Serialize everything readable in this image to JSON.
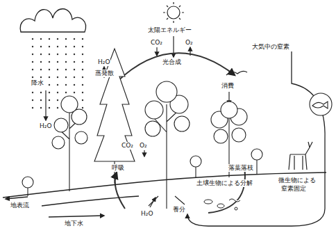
{
  "diagram": {
    "labels": [
      "降水",
      "H₂O",
      "蒸発散",
      "太陽エネルギー",
      "CO₂",
      "O₂",
      "光合成",
      "大気中の窒素",
      "消費",
      "H₂O",
      "CO₂",
      "O₂",
      "呼吸",
      "落葉落枝",
      "土壌生物による分解",
      "微生物による",
      "窒素固定",
      "H₂O",
      "養分",
      "地表流",
      "地下水"
    ]
  }
}
